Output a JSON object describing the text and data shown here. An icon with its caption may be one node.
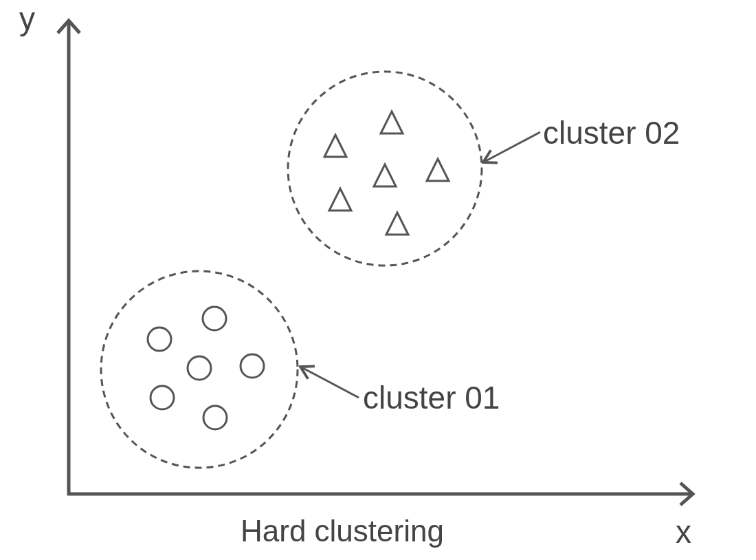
{
  "diagram": {
    "caption": "Hard clustering",
    "nodes": [
      {
        "text": [],
        "shape": "circle"
      },
      {
        "text": [
          "cluster 02"
        ]
      },
      {
        "text": [],
        "shape": "circle"
      },
      {
        "text": [
          "cluster 01"
        ]
      }
    ],
    "edges": [
      {
        "from": 1,
        "to": 0,
        "arrow": "to"
      },
      {
        "from": 3,
        "to": 2,
        "arrow": "to"
      }
    ],
    "labels": [
      "y",
      "x"
    ]
  }
}
